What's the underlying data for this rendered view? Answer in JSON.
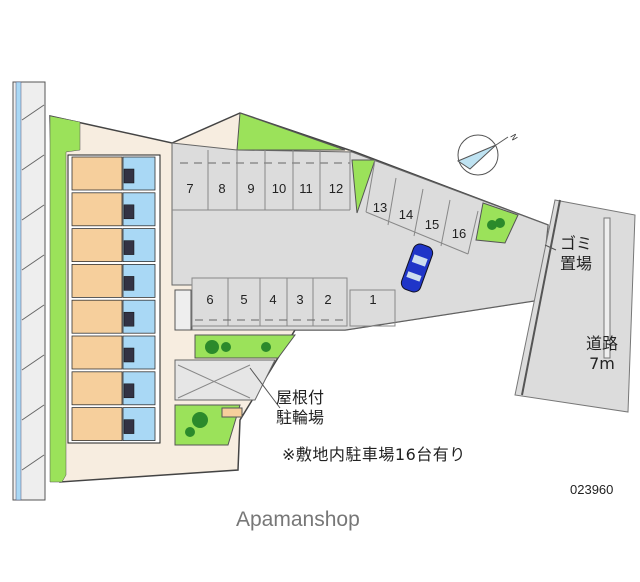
{
  "map": {
    "parking_spaces_top": [
      "7",
      "8",
      "9",
      "10",
      "11",
      "12"
    ],
    "parking_spaces_diag": [
      "13",
      "14",
      "15",
      "16"
    ],
    "parking_spaces_bottom": [
      "6",
      "5",
      "4",
      "3",
      "2",
      "1"
    ],
    "garbage_label": [
      "ゴミ",
      "置場"
    ],
    "road_label": [
      "道路",
      "7m"
    ],
    "bike_label": [
      "屋根付",
      "駐輪場"
    ],
    "note": "※敷地内駐車場16台有り",
    "code": "023960",
    "brand": "Apamanshop",
    "compass_letter": "N"
  },
  "colors": {
    "green": "#9be25a",
    "lot": "#dcdcdc",
    "unit": "#f6cf9c",
    "bath": "#a9d8f5",
    "car": "#1f35c8"
  }
}
